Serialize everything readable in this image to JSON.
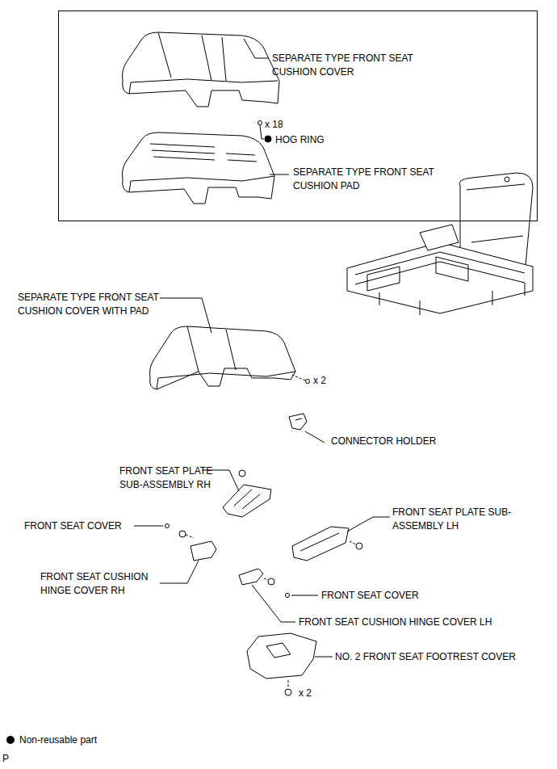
{
  "diagram": {
    "nodes": [
      {
        "text": [
          "SEPARATE TYPE FRONT SEAT CUSHION COVER",
          "x 18",
          "HOG RING",
          "SEPARATE TYPE FRONT SEAT CUSHION PAD"
        ]
      }
    ],
    "labels": [
      "SEPARATE TYPE FRONT SEAT CUSHION COVER WITH PAD",
      "x 2",
      "CONNECTOR HOLDER",
      "FRONT SEAT PLATE SUB-ASSEMBLY RH",
      "FRONT SEAT COVER",
      "FRONT SEAT PLATE SUB-ASSEMBLY LH",
      "FRONT SEAT CUSHION HINGE COVER RH",
      "FRONT SEAT COVER",
      "FRONT SEAT CUSHION HINGE COVER LH",
      "NO. 2 FRONT SEAT FOOTREST COVER",
      "x 2",
      "P"
    ],
    "legend": [
      {
        "text": "Non-reusable part"
      }
    ]
  }
}
